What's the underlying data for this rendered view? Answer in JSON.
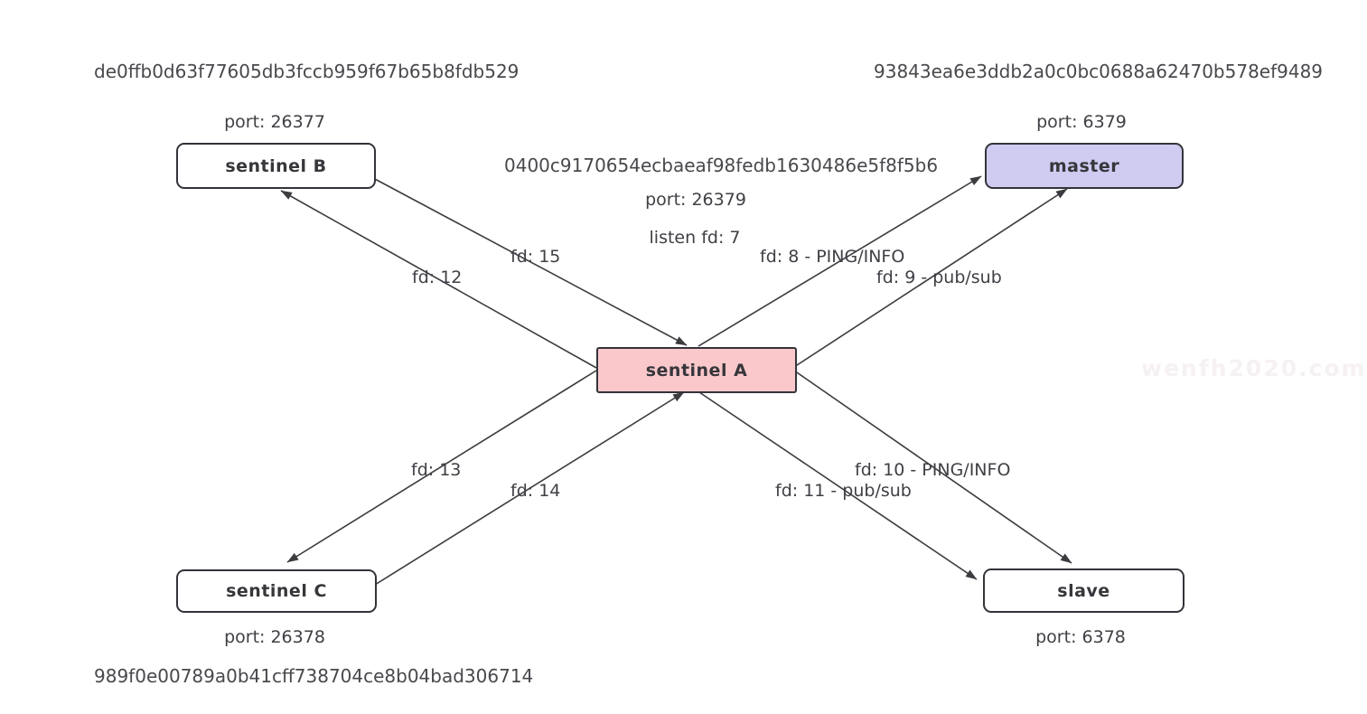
{
  "nodes": {
    "sentinel_b": {
      "label": "sentinel B",
      "port": "port: 26377",
      "hash": "de0ffb0d63f77605db3fccb959f67b65b8fdb529"
    },
    "master": {
      "label": "master",
      "port": "port: 6379",
      "hash": "93843ea6e3ddb2a0c0bc0688a62470b578ef9489"
    },
    "sentinel_a": {
      "label": "sentinel A",
      "port": "port: 26379",
      "listen": "listen fd: 7",
      "hash": "0400c9170654ecbaeaf98fedb1630486e5f8f5b6"
    },
    "sentinel_c": {
      "label": "sentinel C",
      "port": "port: 26378",
      "hash": "989f0e00789a0b41cff738704ce8b04bad306714"
    },
    "slave": {
      "label": "slave",
      "port": "port: 6378"
    }
  },
  "edges": {
    "b_to_a": "fd: 15",
    "a_to_b": "fd: 12",
    "a_to_master_ping": "fd: 8 - PING/INFO",
    "a_to_master_pub": "fd: 9 - pub/sub",
    "a_to_c": "fd: 13",
    "c_to_a": "fd: 14",
    "a_to_slave_ping": "fd: 10 - PING/INFO",
    "a_to_slave_pub": "fd: 11 - pub/sub"
  },
  "watermark": "wenfh2020.com",
  "colors": {
    "line": "#3b3b40",
    "node_border": "#33343a",
    "sentinel_a_fill": "#fac8cb",
    "master_fill": "#cfcbf1",
    "node_fill": "#ffffff",
    "text": "#3f3f45",
    "watermark": "#f6f1f2"
  }
}
